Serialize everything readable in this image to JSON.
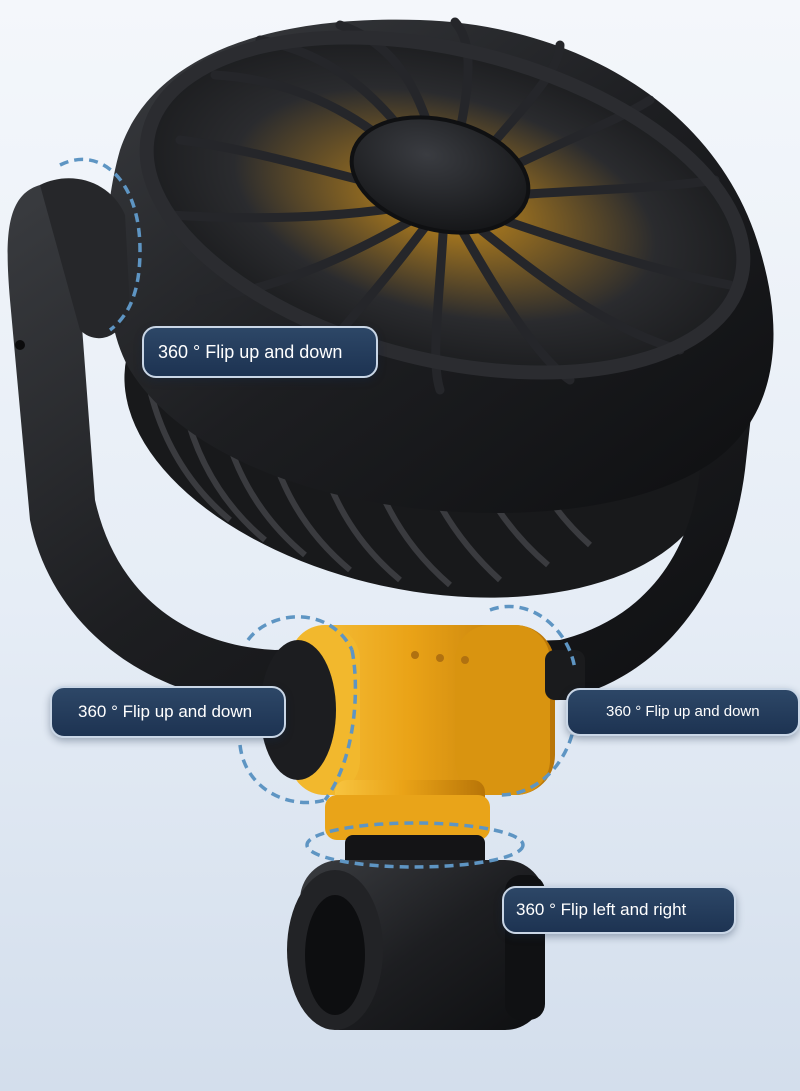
{
  "callouts": {
    "top_tilt": "360 ° Flip up and down",
    "left_joint": "360 ° Flip up and down",
    "right_joint": "360 ° Flip up and down",
    "base_swivel": "360 ° Flip left and right"
  },
  "colors": {
    "fan_body": "#1c1d20",
    "joint_accent": "#eaa317",
    "callout_bg": "#1f3554",
    "dashed_ring": "#5e95c3",
    "background": "#e6edf6"
  }
}
